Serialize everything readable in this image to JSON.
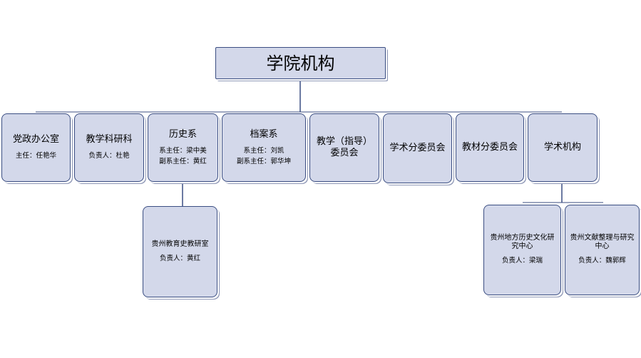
{
  "root": {
    "title": "学院机构"
  },
  "departments": [
    {
      "name": "党政办公室",
      "detail": "主任：任艳华"
    },
    {
      "name": "教学科研科",
      "detail": "负责人：杜艳"
    },
    {
      "name": "历史系",
      "detail": "系主任：梁中美\n副系主任：黄红"
    },
    {
      "name": "档案系",
      "detail": "系主任：刘凯\n副系主任：郭华坤"
    },
    {
      "name": "教学（指导）\n委员会",
      "detail": ""
    },
    {
      "name": "学术分委员会",
      "detail": ""
    },
    {
      "name": "教材分委员会",
      "detail": ""
    },
    {
      "name": "学术机构",
      "detail": ""
    }
  ],
  "sub_units": [
    {
      "name": "贵州教育史教研室",
      "detail": "负责人：黄红"
    },
    {
      "name": "贵州地方历史文化研\n究中心",
      "detail": "负责人：梁瑞"
    },
    {
      "name": "贵州文献整理与研究\n中心",
      "detail": "负责人：魏郭辉"
    }
  ],
  "colors": {
    "node_fill": "#d3d8ea",
    "node_border": "#3b4e82",
    "line": "#3b4e82"
  }
}
